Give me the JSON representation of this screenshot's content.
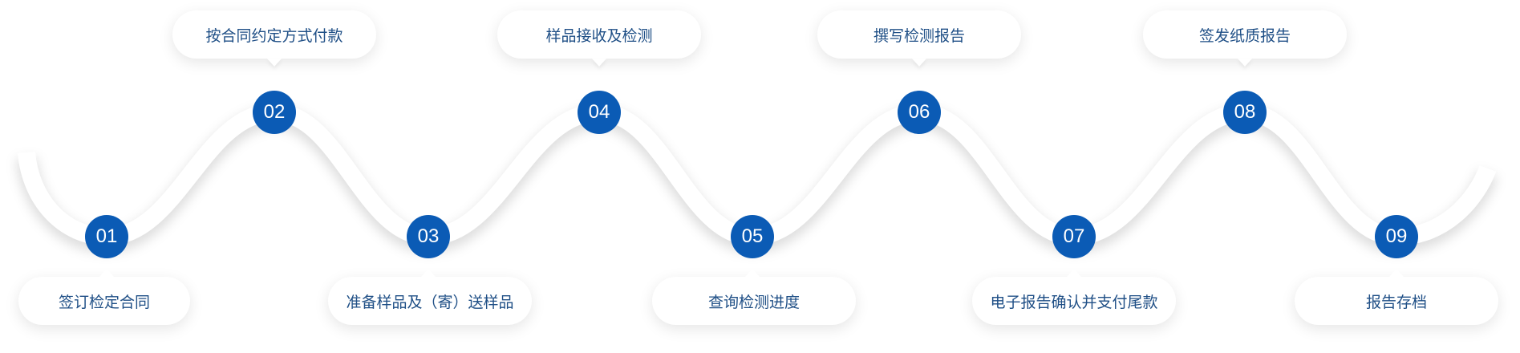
{
  "steps": [
    {
      "number": "01",
      "label": "签订检定合同"
    },
    {
      "number": "02",
      "label": "按合同约定方式付款"
    },
    {
      "number": "03",
      "label": "准备样品及（寄）送样品"
    },
    {
      "number": "04",
      "label": "样品接收及检测"
    },
    {
      "number": "05",
      "label": "查询检测进度"
    },
    {
      "number": "06",
      "label": "撰写检测报告"
    },
    {
      "number": "07",
      "label": "电子报告确认并支付尾款"
    },
    {
      "number": "08",
      "label": "签发纸质报告"
    },
    {
      "number": "09",
      "label": "报告存档"
    }
  ],
  "colors": {
    "node": "#0b5bb5",
    "label": "#1f4f86",
    "wave": "#ffffff"
  }
}
